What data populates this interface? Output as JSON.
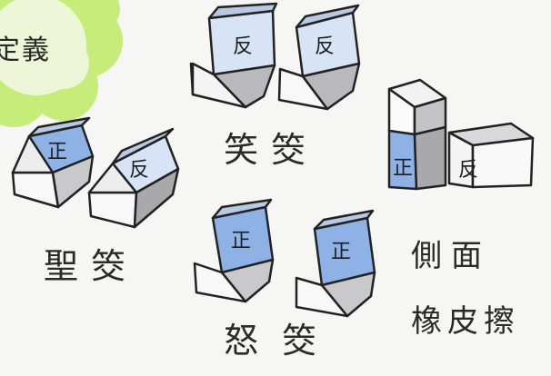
{
  "title": "定義",
  "labels": {
    "laugh": "笑筊",
    "holy": "聖筊",
    "angry": "怒筊",
    "side_line1": "側面",
    "side_line2": "橡皮擦"
  },
  "faces": {
    "front": "正",
    "back": "反"
  },
  "colors": {
    "green_blob": "#c6ec7a",
    "green_center": "#eef6d8",
    "blue": "#7fa6e0",
    "gray": "#a9a9ad",
    "ink": "#222222"
  }
}
